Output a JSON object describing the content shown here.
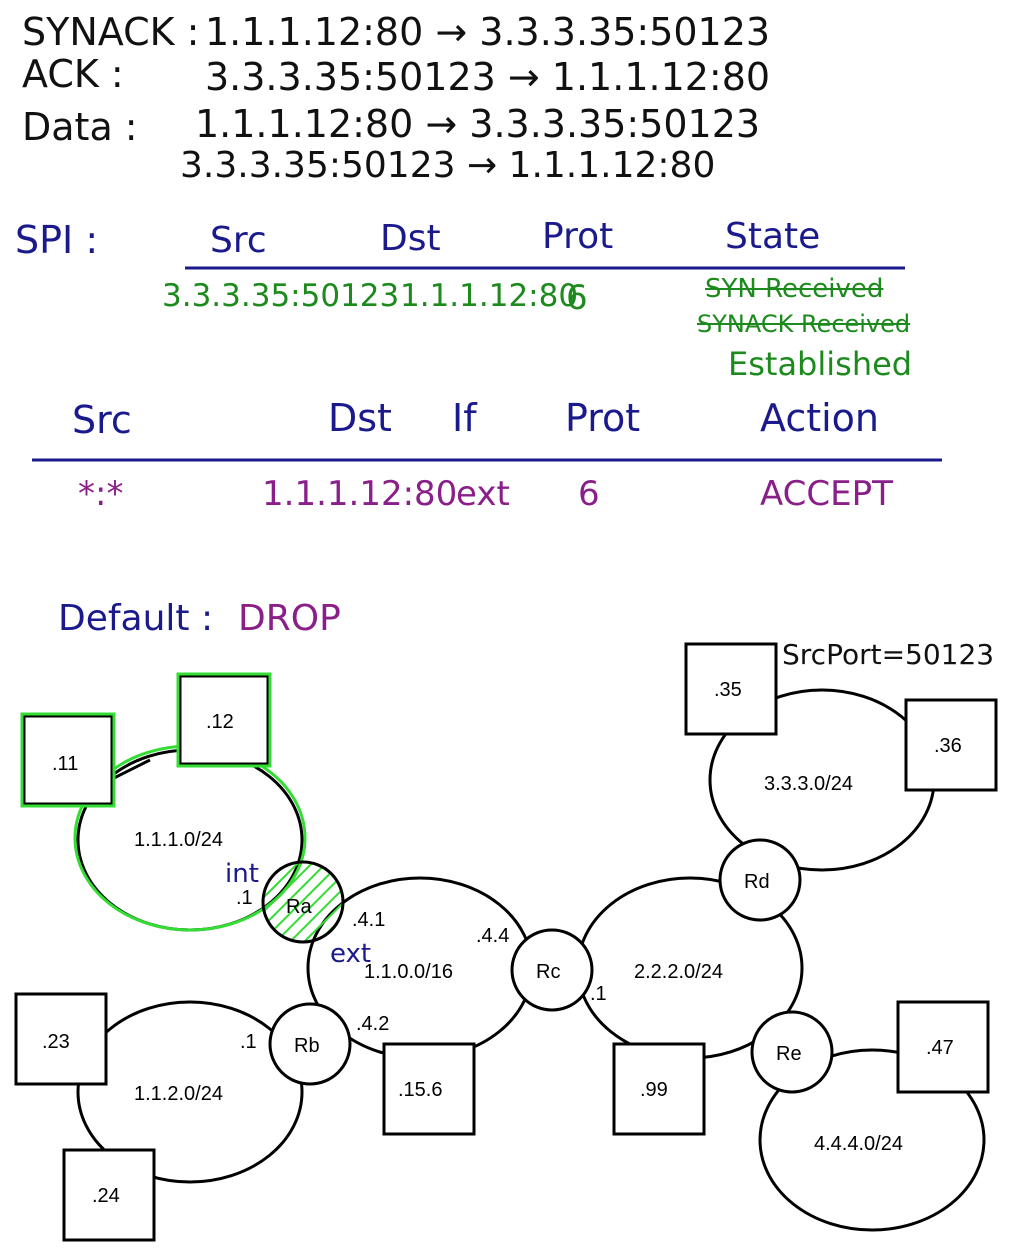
{
  "notes": {
    "synack": {
      "label": "SYNACK :",
      "flow": "1.1.1.12:80 → 3.3.3.35:50123"
    },
    "ack": {
      "label": "ACK :",
      "flow": "3.3.3.35:50123 → 1.1.1.12:80"
    },
    "data": {
      "label": "Data :",
      "flow1": "1.1.1.12:80 → 3.3.3.35:50123",
      "flow2": "3.3.3.35:50123 → 1.1.1.12:80"
    }
  },
  "spi": {
    "label": "SPI :",
    "headers": [
      "Src",
      "Dst",
      "Prot",
      "State"
    ],
    "row": {
      "src": "3.3.3.35:50123",
      "dst": "1.1.1.12:80",
      "prot": "6"
    },
    "states": [
      "SYN Received",
      "SYNACK Received",
      "Established"
    ]
  },
  "rules": {
    "headers": [
      "Src",
      "Dst",
      "If",
      "Prot",
      "Action"
    ],
    "row": {
      "src": "*:*",
      "dst": "1.1.1.12:80",
      "if": "ext",
      "prot": "6",
      "action": "ACCEPT"
    }
  },
  "default": {
    "label": "Default :",
    "value": "DROP"
  },
  "srcport_note": "SrcPort=50123",
  "network": {
    "subnets": {
      "s1": "1.1.1.0/24",
      "s2": "1.1.2.0/24",
      "s3": "1.1.0.0/16",
      "s4": "2.2.2.0/24",
      "s5": "3.3.3.0/24",
      "s6": "4.4.4.0/24"
    },
    "routers": {
      "ra": "Ra",
      "rb": "Rb",
      "rc": "Rc",
      "rd": "Rd",
      "re": "Re"
    },
    "hosts": {
      "h11": ".11",
      "h12": ".12",
      "h23": ".23",
      "h24": ".24",
      "h156": ".15.6",
      "h99": ".99",
      "h35": ".35",
      "h36": ".36",
      "h47": ".47"
    },
    "iface": {
      "ra1": ".1",
      "rb1": ".1",
      "ra41": ".4.1",
      "rb42": ".4.2",
      "rc44": ".4.4",
      "rc1": ".1"
    },
    "int_label": "int",
    "ext_label": "ext"
  },
  "colors": {
    "navy": "#1a1a8c",
    "green": "#1c8a1c",
    "purple": "#8a1f8a",
    "highlight": "#33dd33"
  }
}
